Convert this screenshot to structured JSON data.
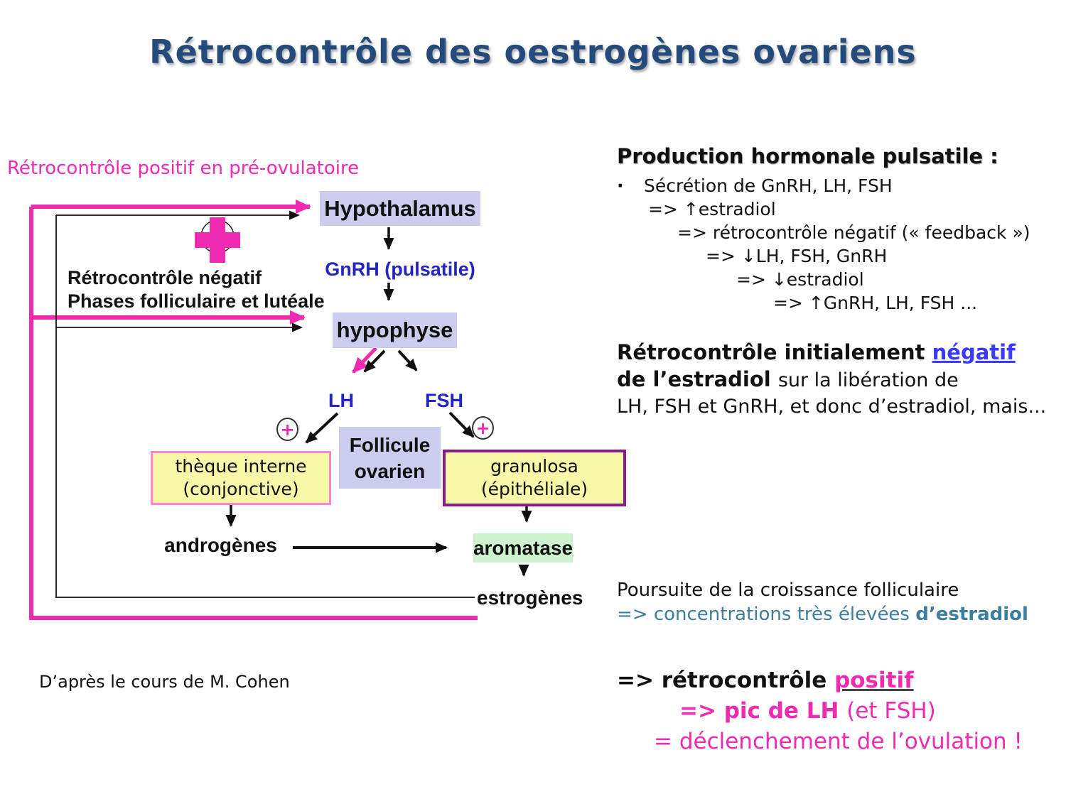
{
  "title": "Rétrocontrôle des oestrogènes ovariens",
  "left_label": "Rétrocontrôle positif en pré-ovulatoire",
  "credit": "D’après le cours de M. Cohen",
  "colors": {
    "magenta": "#ee2bb1",
    "title_navy": "#254a7c",
    "node_blue": "#2424c0",
    "link_blue": "#3a3aff",
    "teal": "#3d7e9c",
    "lavender_box": "#ccccee",
    "yellow_box": "#f8f8a8",
    "green_box": "#cdf2cd",
    "pink_border": "#ff85d0",
    "purple_border": "#8b1a8b"
  },
  "diagram": {
    "negative_label": {
      "line1": "Rétrocontrôle négatif",
      "line2": "Phases folliculaire et lutéale"
    },
    "hypothalamus": "Hypothalamus",
    "gnrh": "GnRH (pulsatile)",
    "hypophyse": "hypophyse",
    "lh": "LH",
    "fsh": "FSH",
    "plus_symbol": "+",
    "follicule": {
      "line1": "Follicule",
      "line2": "ovarien"
    },
    "theque": {
      "line1": "thèque interne",
      "line2": "(conjonctive)"
    },
    "granulosa": {
      "line1": "granulosa",
      "line2": "(épithéliale)"
    },
    "androgenes": "androgènes",
    "aromatase": "aromatase",
    "estrogenes": "estrogènes"
  },
  "right": {
    "pulsatile": {
      "heading": "Production hormonale pulsatile :",
      "bullet": "·",
      "lines": [
        "Sécrétion de GnRH, LH, FSH",
        "=> ↑estradiol",
        "=> rétrocontrôle négatif (« feedback »)",
        "=> ↓LH, FSH, GnRH",
        "=> ↓estradiol",
        "=> ↑GnRH, LH, FSH ..."
      ]
    },
    "negatif": {
      "l1a": "Rétrocontrôle initialement ",
      "l1b": "négatif",
      "l2a": "de l’estradiol ",
      "l2b": "sur la libération de",
      "l3": "LH, FSH et GnRH, et donc d’estradiol, mais..."
    },
    "croissance": {
      "l1": "Poursuite de la croissance folliculaire",
      "l2a": "=> concentrations très élevées ",
      "l2b": "d’estradiol"
    },
    "positif": {
      "l1a": "=> rétrocontrôle ",
      "l1b": "positif",
      "l2a": "=> pic de LH ",
      "l2b": "(et FSH)",
      "l3": "= déclenchement de l’ovulation !"
    }
  }
}
